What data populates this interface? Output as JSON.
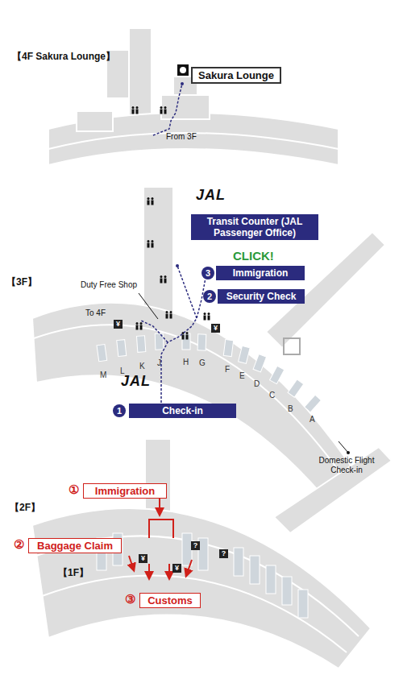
{
  "diagram": {
    "nodes": [
      {
        "text": [
          "Sakura Lounge"
        ]
      },
      {
        "text": [
          "Transit Counter (JAL Passenger Office)"
        ]
      },
      {
        "text": [
          "Immigration"
        ]
      },
      {
        "text": [
          "Security Check"
        ]
      },
      {
        "text": [
          "Check-in"
        ]
      },
      {
        "text": [
          "Immigration"
        ]
      },
      {
        "text": [
          "Baggage Claim"
        ]
      },
      {
        "text": [
          "Customs"
        ]
      }
    ],
    "labels": [
      "【4F Sakura Lounge】",
      "From 3F",
      "JAL",
      "CLICK!",
      "3",
      "2",
      "【3F】",
      "Duty Free Shop",
      "To 4F",
      "¥",
      "¥",
      "M",
      "L",
      "K",
      "J",
      "H",
      "G",
      "F",
      "E",
      "D",
      "C",
      "B",
      "A",
      "JAL",
      "1",
      "Domestic Flight Check-in",
      "①",
      "【2F】",
      "②",
      "【1F】",
      "③",
      "¥",
      "¥",
      "?",
      "?"
    ]
  }
}
